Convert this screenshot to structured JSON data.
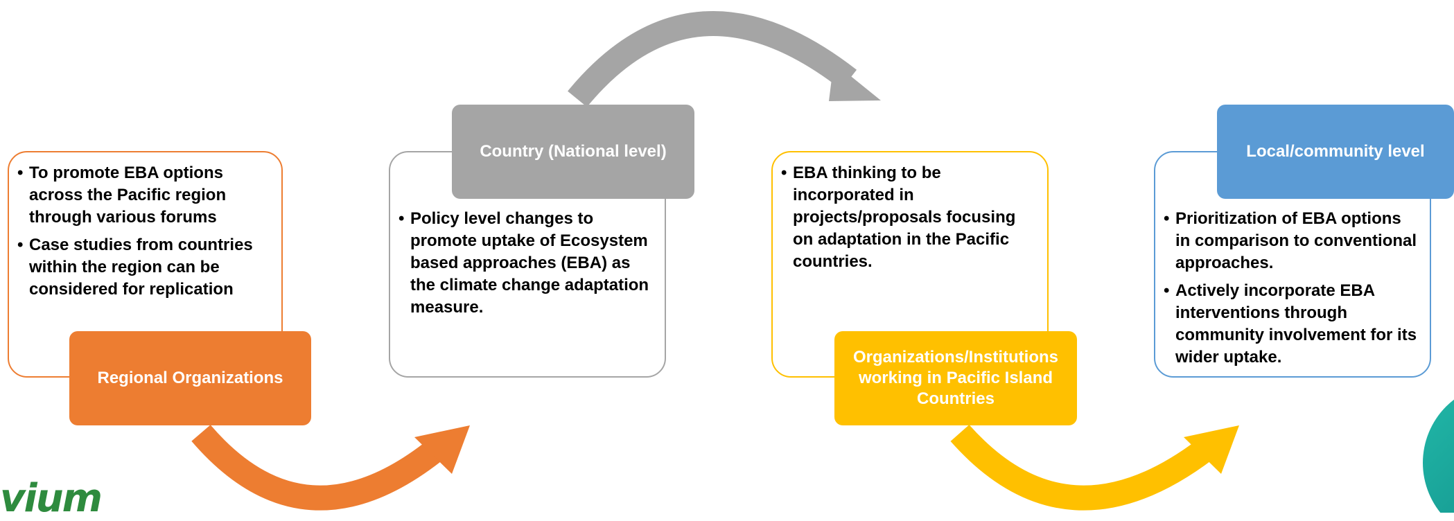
{
  "panels": [
    {
      "title": "Regional Organizations",
      "color": "#ED7D31",
      "bullets": [
        "To promote EBA options across the Pacific region through various forums",
        "Case studies from countries within the region can be considered for replication"
      ]
    },
    {
      "title": "Country (National level)",
      "color": "#A5A5A5",
      "bullets": [
        "Policy level changes to promote uptake of Ecosystem based approaches (EBA) as the climate change adaptation measure."
      ]
    },
    {
      "title": "Organizations/Institutions working in Pacific Island Countries",
      "color": "#FFC000",
      "bullets": [
        "EBA thinking to be incorporated in projects/proposals focusing on adaptation in the Pacific countries."
      ]
    },
    {
      "title": "Local/community level",
      "color": "#5B9BD5",
      "bullets": [
        "Prioritization of EBA options in comparison to conventional approaches.",
        "Actively incorporate EBA interventions through community involvement for its wider uptake."
      ]
    }
  ],
  "logo": {
    "text": "vium",
    "color": "#2e8b3e",
    "icon": "logo-wordmark"
  },
  "corner_shape": {
    "color": "#1aa39a"
  }
}
